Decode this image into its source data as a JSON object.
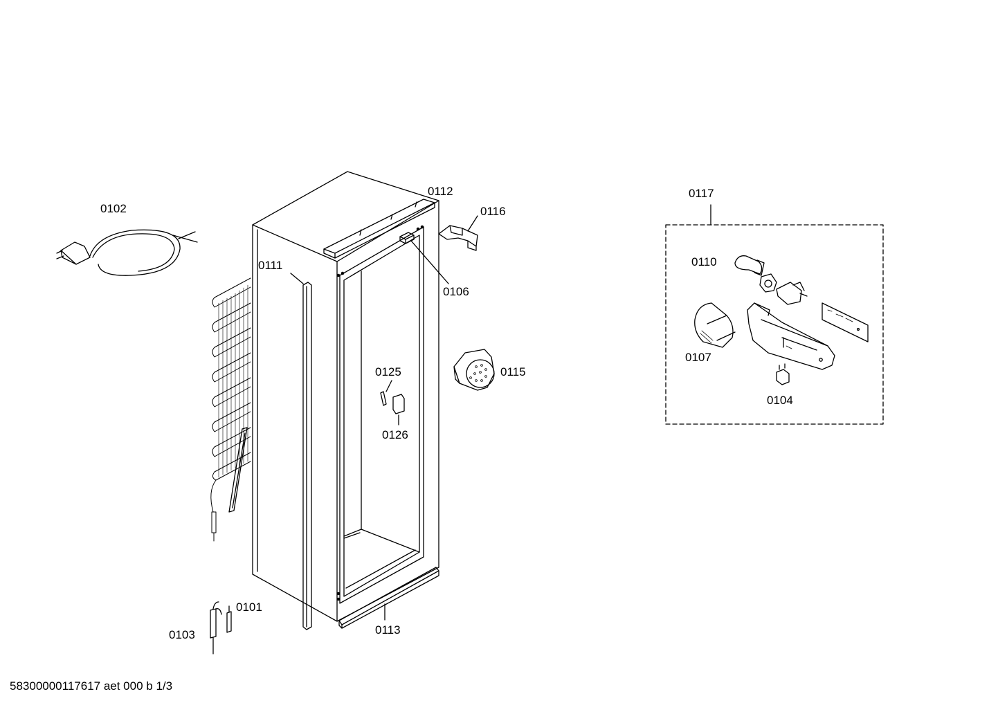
{
  "callouts": {
    "p0101": "0101",
    "p0102": "0102",
    "p0103": "0103",
    "p0104": "0104",
    "p0106": "0106",
    "p0107": "0107",
    "p0110": "0110",
    "p0111": "0111",
    "p0112": "0112",
    "p0113": "0113",
    "p0115": "0115",
    "p0116": "0116",
    "p0117": "0117",
    "p0125": "0125",
    "p0126": "0126"
  },
  "footer": {
    "doc_id": "58300000117617 aet 000 b 1/3"
  },
  "colors": {
    "line": "#000000",
    "background": "#ffffff"
  }
}
